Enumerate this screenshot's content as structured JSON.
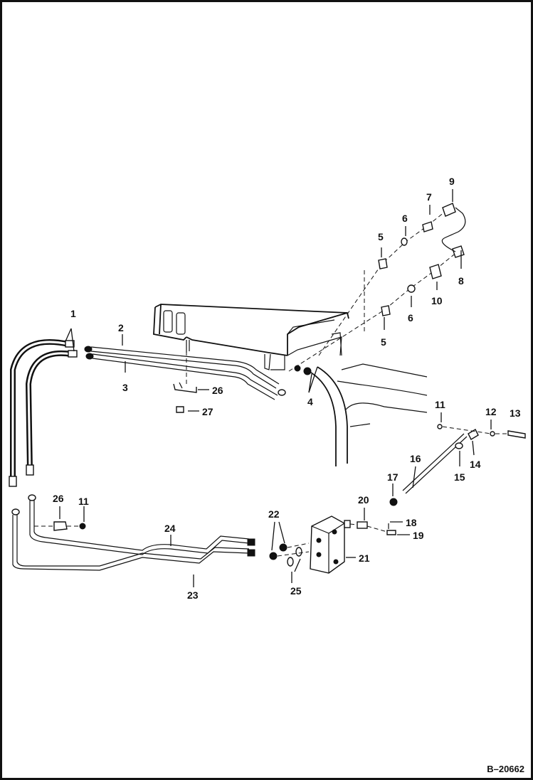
{
  "figure": {
    "id": "B–20662"
  },
  "callouts": [
    {
      "key": "c1",
      "text": "1"
    },
    {
      "key": "c2",
      "text": "2"
    },
    {
      "key": "c3",
      "text": "3"
    },
    {
      "key": "c4",
      "text": "4"
    },
    {
      "key": "c5a",
      "text": "5"
    },
    {
      "key": "c5b",
      "text": "5"
    },
    {
      "key": "c6a",
      "text": "6"
    },
    {
      "key": "c6b",
      "text": "6"
    },
    {
      "key": "c7",
      "text": "7"
    },
    {
      "key": "c8",
      "text": "8"
    },
    {
      "key": "c9",
      "text": "9"
    },
    {
      "key": "c10",
      "text": "10"
    },
    {
      "key": "c11a",
      "text": "11"
    },
    {
      "key": "c11b",
      "text": "11"
    },
    {
      "key": "c12",
      "text": "12"
    },
    {
      "key": "c13",
      "text": "13"
    },
    {
      "key": "c14",
      "text": "14"
    },
    {
      "key": "c15",
      "text": "15"
    },
    {
      "key": "c16",
      "text": "16"
    },
    {
      "key": "c17",
      "text": "17"
    },
    {
      "key": "c18",
      "text": "18"
    },
    {
      "key": "c19",
      "text": "19"
    },
    {
      "key": "c20",
      "text": "20"
    },
    {
      "key": "c21",
      "text": "21"
    },
    {
      "key": "c22",
      "text": "22"
    },
    {
      "key": "c23",
      "text": "23"
    },
    {
      "key": "c24",
      "text": "24"
    },
    {
      "key": "c25",
      "text": "25"
    },
    {
      "key": "c26a",
      "text": "26"
    },
    {
      "key": "c26b",
      "text": "26"
    },
    {
      "key": "c27",
      "text": "27"
    }
  ]
}
